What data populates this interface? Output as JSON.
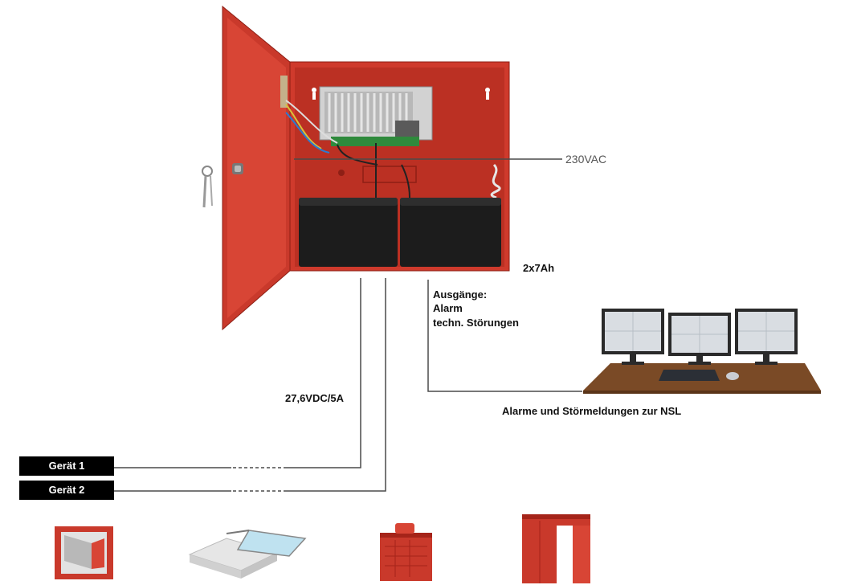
{
  "labels": {
    "ac_input": "230VAC",
    "battery": "2x7Ah",
    "outputs_title": "Ausgänge:",
    "outputs_alarm": "Alarm",
    "outputs_faults": "techn. Störungen",
    "dc_output": "27,6VDC/5A",
    "nsl": "Alarme und Störmeldungen zur NSL"
  },
  "devices": [
    {
      "label": "Gerät 1"
    },
    {
      "label": "Gerät 2"
    }
  ],
  "icons": {
    "cabinet": "power-supply-cabinet-icon",
    "monitoring": "monitoring-workstation-icon",
    "fire_damper": "fire-damper-icon",
    "smoke_vent": "smoke-vent-icon",
    "fire_alarm_box": "fire-alarm-box-icon",
    "fire_door": "sliding-fire-door-icon"
  },
  "colors": {
    "cabinet_red": "#d23a2b",
    "cabinet_dark": "#a52419",
    "wire": "#4a4a4a",
    "battery": "#1c1c1c",
    "desk": "#7a4a26"
  }
}
